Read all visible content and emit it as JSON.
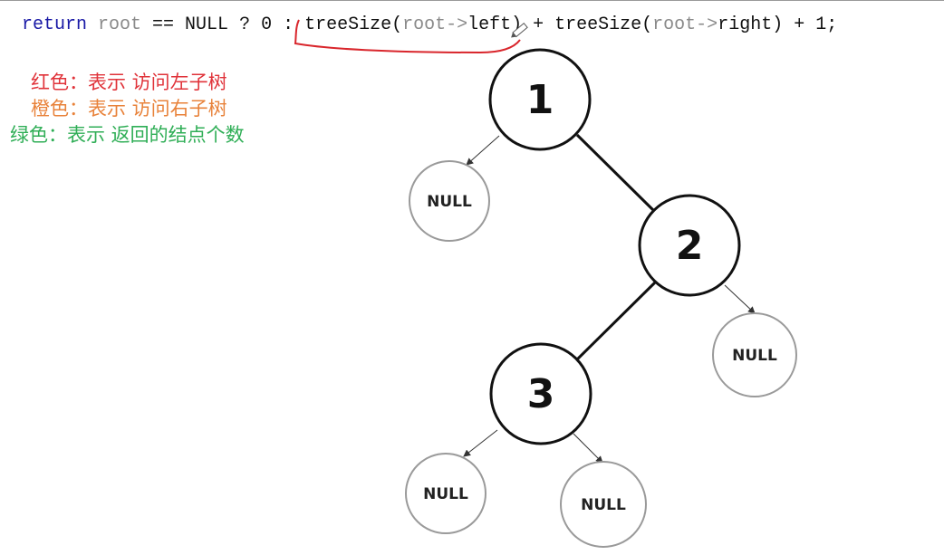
{
  "code": {
    "t1": "return",
    "t2": " ",
    "t3": "root",
    "t4": " == NULL ? 0 : ",
    "t5": "treeSize(",
    "t6": "root->",
    "t7": "left) + treeSize(",
    "t8": "root->",
    "t9": "right) + 1;"
  },
  "legend": [
    {
      "text": "红色：表示 访问左子树",
      "color": "#e0333a"
    },
    {
      "text": "橙色：表示 访问右子树",
      "color": "#e8823a"
    },
    {
      "text": "绿色：表示 返回的结点个数",
      "color": "#2fae56"
    }
  ],
  "tree": {
    "nodes": [
      {
        "id": "node-1",
        "label": "1"
      },
      {
        "id": "node-2",
        "label": "2"
      },
      {
        "id": "node-3",
        "label": "3"
      },
      {
        "id": "null-a",
        "label": "NULL"
      },
      {
        "id": "null-b",
        "label": "NULL"
      },
      {
        "id": "null-c",
        "label": "NULL"
      },
      {
        "id": "null-d",
        "label": "NULL"
      }
    ]
  },
  "colors": {
    "annotation": "#d9262c",
    "node_stroke": "#111111",
    "null_stroke": "#9a9a9a"
  }
}
